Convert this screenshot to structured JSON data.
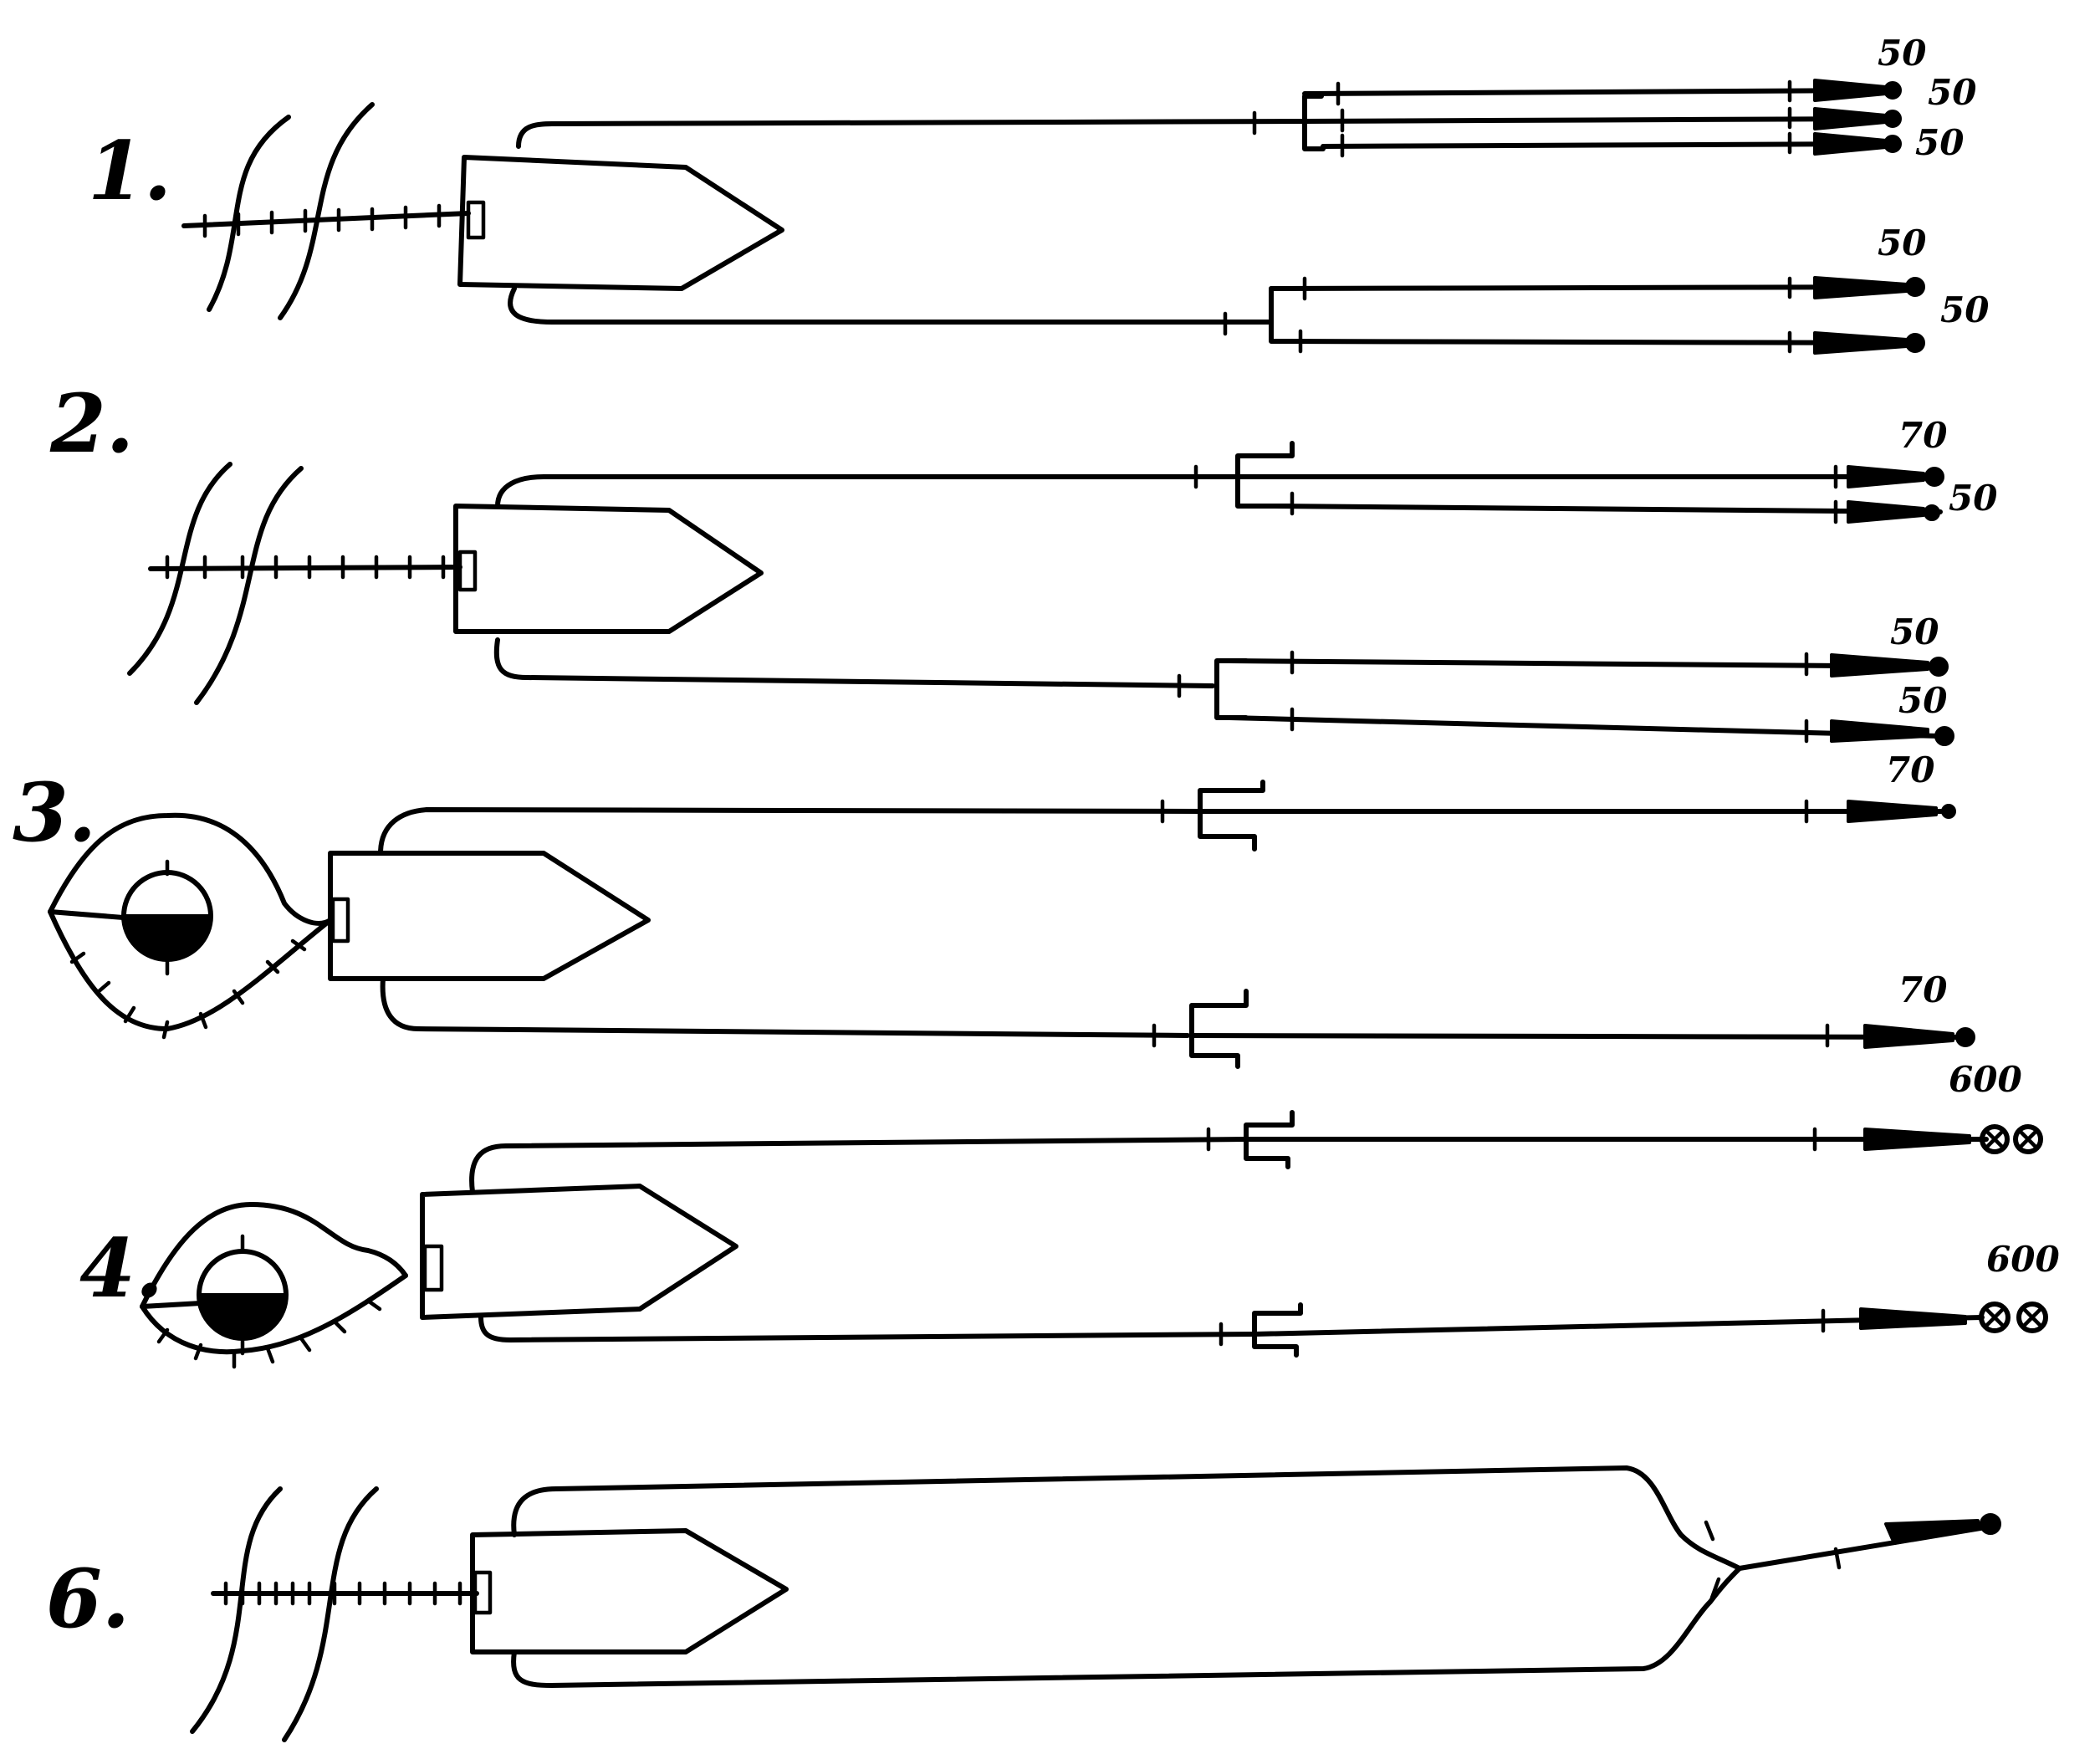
{
  "schemes": [
    {
      "number": "1.",
      "values": [
        "50",
        "50",
        "50",
        "50",
        "50"
      ]
    },
    {
      "number": "2.",
      "values": [
        "70",
        "50",
        "50",
        "50"
      ]
    },
    {
      "number": "3.",
      "values": [
        "70",
        "70"
      ]
    },
    {
      "number": "4.",
      "values": [
        "600",
        "600"
      ]
    },
    {
      "number": "6.",
      "values": []
    }
  ],
  "colors": {
    "ink": "#000000",
    "paper": "#ffffff"
  }
}
